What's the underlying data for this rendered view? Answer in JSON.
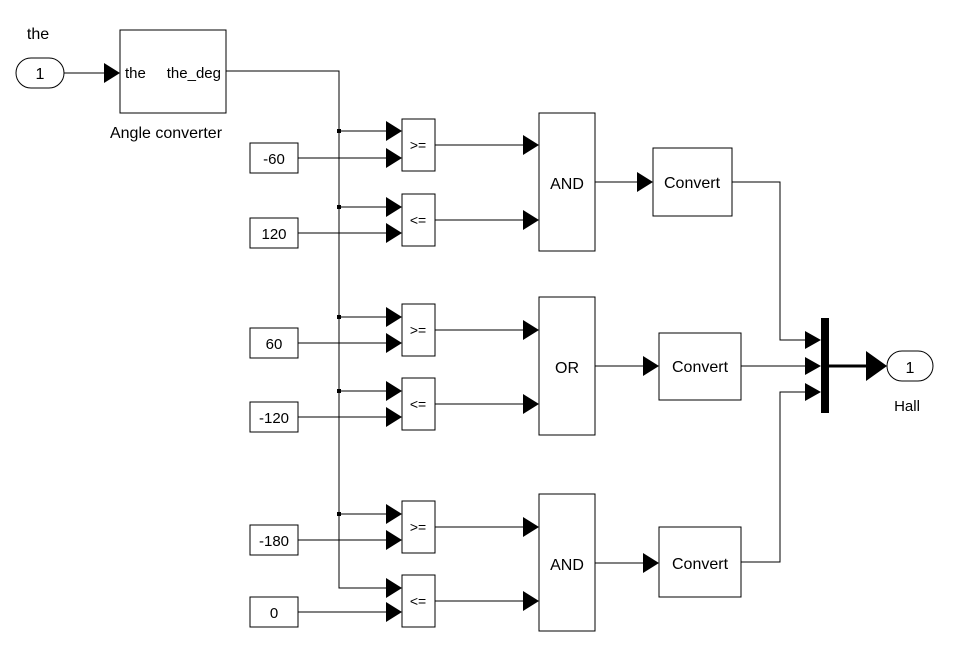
{
  "inport": {
    "name": "the",
    "number": "1"
  },
  "angle_converter": {
    "label": "Angle converter",
    "in_port": "the",
    "out_port": "the_deg"
  },
  "constants": [
    "-60",
    "120",
    "60",
    "-120",
    "-180",
    "0"
  ],
  "relational_ops": [
    ">=",
    "<=",
    ">=",
    "<=",
    ">=",
    "<="
  ],
  "logic_ops": [
    "AND",
    "OR",
    "AND"
  ],
  "converts": [
    "Convert",
    "Convert",
    "Convert"
  ],
  "outport": {
    "name": "Hall",
    "number": "1"
  }
}
